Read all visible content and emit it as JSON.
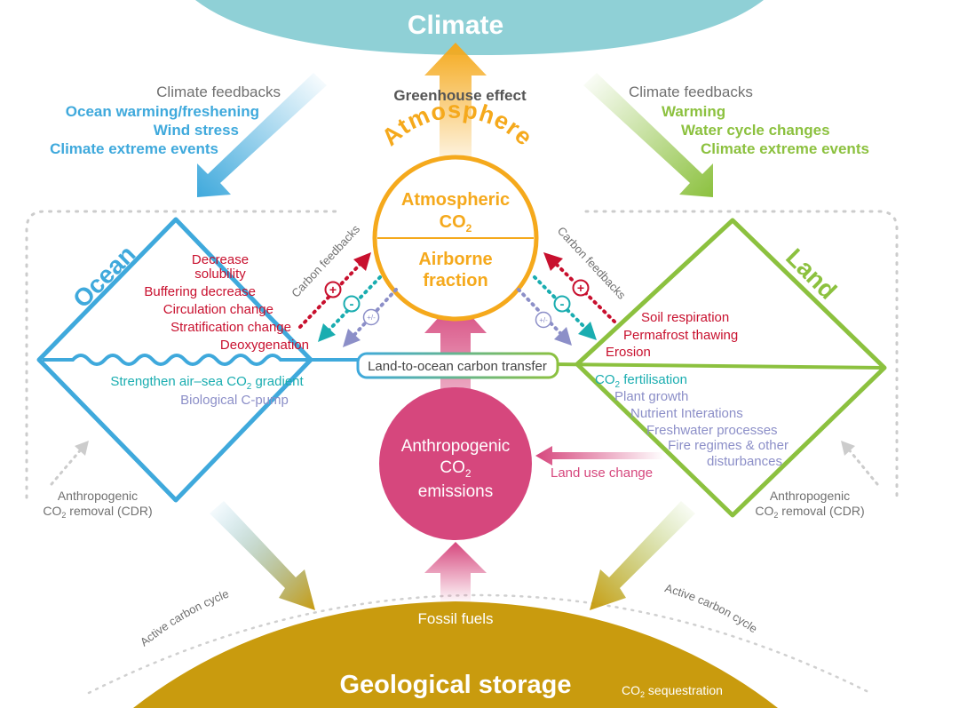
{
  "colors": {
    "climate": "#8fd0d6",
    "atmosphere": "#f5a91c",
    "ocean": "#3fa9dc",
    "land": "#8cc13f",
    "geology": "#c99b0e",
    "anthropogenic": "#d6477d",
    "process_red": "#c8102e",
    "process_teal": "#1aadb0",
    "process_lavender": "#8c8fc8",
    "grey_text": "#707070",
    "dark_text": "#555555"
  },
  "climate": {
    "title": "Climate"
  },
  "greenhouse": {
    "label": "Greenhouse effect"
  },
  "atmosphere": {
    "title": "Atmosphere",
    "co2_line1": "Atmospheric",
    "co2_line2": "CO",
    "co2_sub": "2",
    "airborne_line1": "Airborne",
    "airborne_line2": "fraction"
  },
  "feedbacks_left": {
    "title": "Climate feedbacks",
    "items": [
      "Ocean warming/freshening",
      "Wind stress",
      "Climate extreme events"
    ]
  },
  "feedbacks_right": {
    "title": "Climate feedbacks",
    "items": [
      "Warming",
      "Water cycle changes",
      "Climate extreme events"
    ]
  },
  "carbon_feedbacks": {
    "label": "Carbon feedbacks",
    "plus": "+",
    "minus": "-",
    "plusminus": "+/-"
  },
  "ocean": {
    "title": "Ocean",
    "red_items": [
      "Decrease",
      "solubility",
      "Buffering decrease",
      "Circulation change",
      "Stratification change",
      "Deoxygenation"
    ],
    "teal_line_pre": "Strengthen air–sea CO",
    "teal_line_sub": "2",
    "teal_line_post": " gradient",
    "lavender_item": "Biological C-pump"
  },
  "land": {
    "title": "Land",
    "red_items": [
      "Soil respiration",
      "Permafrost thawing",
      "Erosion"
    ],
    "teal_pre": "CO",
    "teal_sub": "2",
    "teal_post": " fertilisation",
    "lavender_items": [
      "Plant growth",
      "Nutrient Interations",
      "Freshwater processes",
      "Fire regimes & other",
      "disturbances"
    ]
  },
  "transfer": {
    "label": "Land-to-ocean carbon transfer"
  },
  "emissions": {
    "line1": "Anthropogenic",
    "line2": "CO",
    "line2_sub": "2",
    "line3": "emissions"
  },
  "land_use": {
    "label": "Land use change"
  },
  "cdr_left": {
    "line1": "Anthropogenic",
    "line2_pre": "CO",
    "line2_sub": "2",
    "line2_post": " removal (CDR)"
  },
  "cdr_right": {
    "line1": "Anthropogenic",
    "line2_pre": "CO",
    "line2_sub": "2",
    "line2_post": " removal (CDR)"
  },
  "active_cycle_left": {
    "label": "Active carbon cycle"
  },
  "active_cycle_right": {
    "label": "Active carbon cycle"
  },
  "fossil": {
    "label": "Fossil fuels"
  },
  "geology": {
    "title": "Geological storage"
  },
  "sequestration": {
    "pre": "CO",
    "sub": "2",
    "post": " sequestration"
  }
}
